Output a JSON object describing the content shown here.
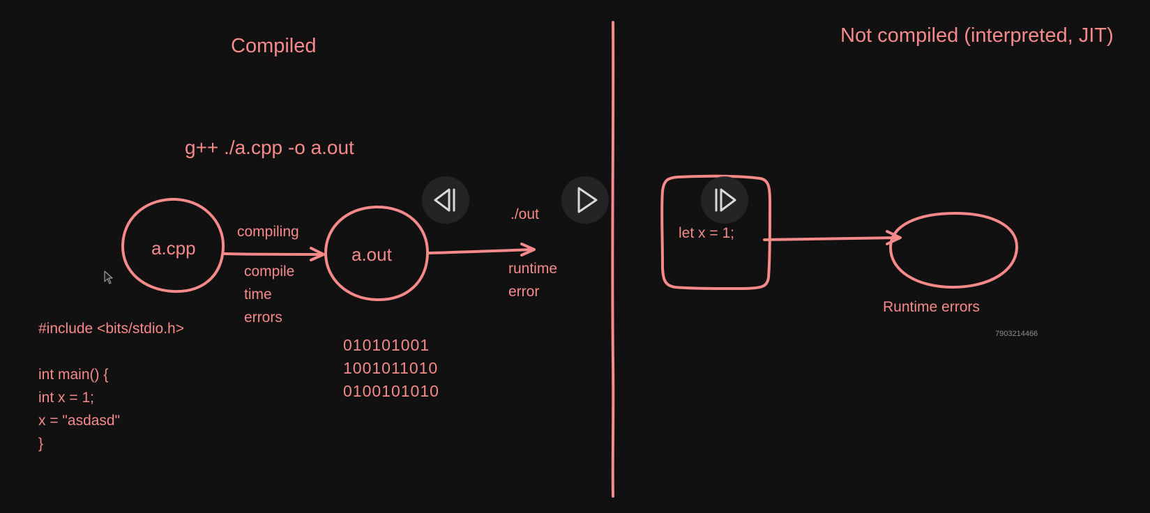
{
  "left_panel": {
    "title": "Compiled",
    "command": "g++ ./a.cpp -o a.out",
    "source_node": "a.cpp",
    "output_node": "a.out",
    "edge_label_top": "compiling",
    "edge_label_bottom": [
      "compile",
      "time",
      "errors"
    ],
    "run_label": "./out",
    "run_error": [
      "runtime",
      "error"
    ],
    "code_lines": [
      "#include <bits/stdio.h>",
      "",
      "int main() {",
      "int x = 1;",
      "x = \"asdasd\"",
      "}"
    ],
    "binary_lines": [
      "010101001",
      "1001011010",
      "0100101010"
    ]
  },
  "right_panel": {
    "title": "Not compiled (interpreted, JIT)",
    "box_text": "let x = 1;",
    "ellipse_label": "Runtime errors",
    "watermark": "7903214466"
  },
  "player_controls": {
    "previous_icon": "skip-back-icon",
    "play_icon": "play-icon",
    "next_icon": "skip-forward-icon"
  },
  "colors": {
    "background": "#111112",
    "ink": "#f6898a",
    "control_bg": "#262628",
    "control_icon": "#d9d9d9"
  }
}
